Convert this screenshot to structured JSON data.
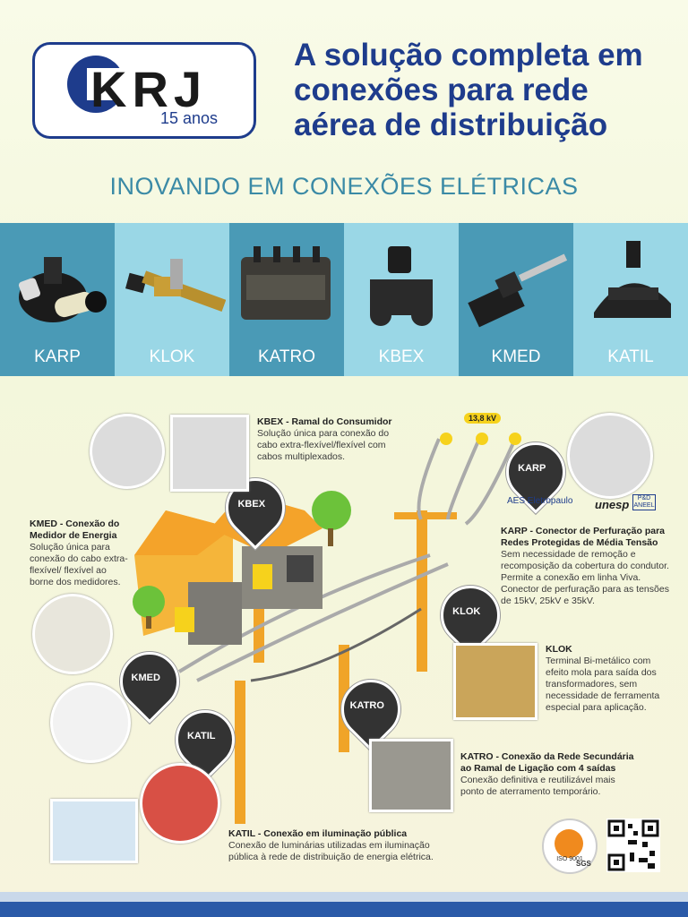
{
  "logo": {
    "name": "KRJ",
    "years": "15 anos"
  },
  "headline": "A solução completa em conexões para rede aérea de distribuição",
  "subhead": "INOVANDO EM CONEXÕES ELÉTRICAS",
  "products": [
    {
      "label": "KARP"
    },
    {
      "label": "KLOK"
    },
    {
      "label": "KATRO"
    },
    {
      "label": "KBEX"
    },
    {
      "label": "KMED"
    },
    {
      "label": "KATIL"
    }
  ],
  "voltage": "13,8 kV",
  "callouts": {
    "kbex": {
      "title": "KBEX - Ramal do Consumidor",
      "body": "Solução única para conexão do cabo extra-flexível/flexível com cabos multiplexados."
    },
    "kmed": {
      "title": "KMED - Conexão do Medidor de Energia",
      "body": "Solução única para conexão do cabo extra-flexível/ flexível ao borne dos medidores."
    },
    "karp": {
      "title": "KARP - Conector de Perfuração para Redes Protegidas de Média Tensão",
      "body": "Sem necessidade de remoção e recomposição da cobertura do condutor. Permite a conexão em linha Viva. Conector de perfuração para as tensões de 15kV, 25kV e 35kV."
    },
    "klok": {
      "title": "KLOK",
      "body": "Terminal Bi-metálico com efeito mola para saída dos transformadores, sem necessidade de ferramenta especial para aplicação."
    },
    "katro": {
      "title": "KATRO - Conexão da Rede Secundária ao Ramal de Ligação com 4 saídas",
      "body": "Conexão definitiva e reutilizável mais ponto de aterramento temporário."
    },
    "katil": {
      "title": "KATIL - Conexão em iluminação pública",
      "body": "Conexão de luminárias utilizadas em iluminação pública à rede de distribuição de energia elétrica."
    }
  },
  "bubbles": {
    "kbex": "KBEX",
    "karp": "KARP",
    "klok": "KLOK",
    "kmed": "KMED",
    "katro": "KATRO",
    "katil": "KATIL"
  },
  "partners": {
    "aes": "AES Eletropaulo",
    "unesp": "unesp",
    "pd": "P&D ANEEL"
  },
  "cert": {
    "iso": "ISO 9001",
    "sgs": "SGS"
  },
  "colors": {
    "brand": "#1e3c8c",
    "strip_dark": "#4a9ab6",
    "strip_light": "#9ad7e6",
    "pole": "#f0a428"
  }
}
